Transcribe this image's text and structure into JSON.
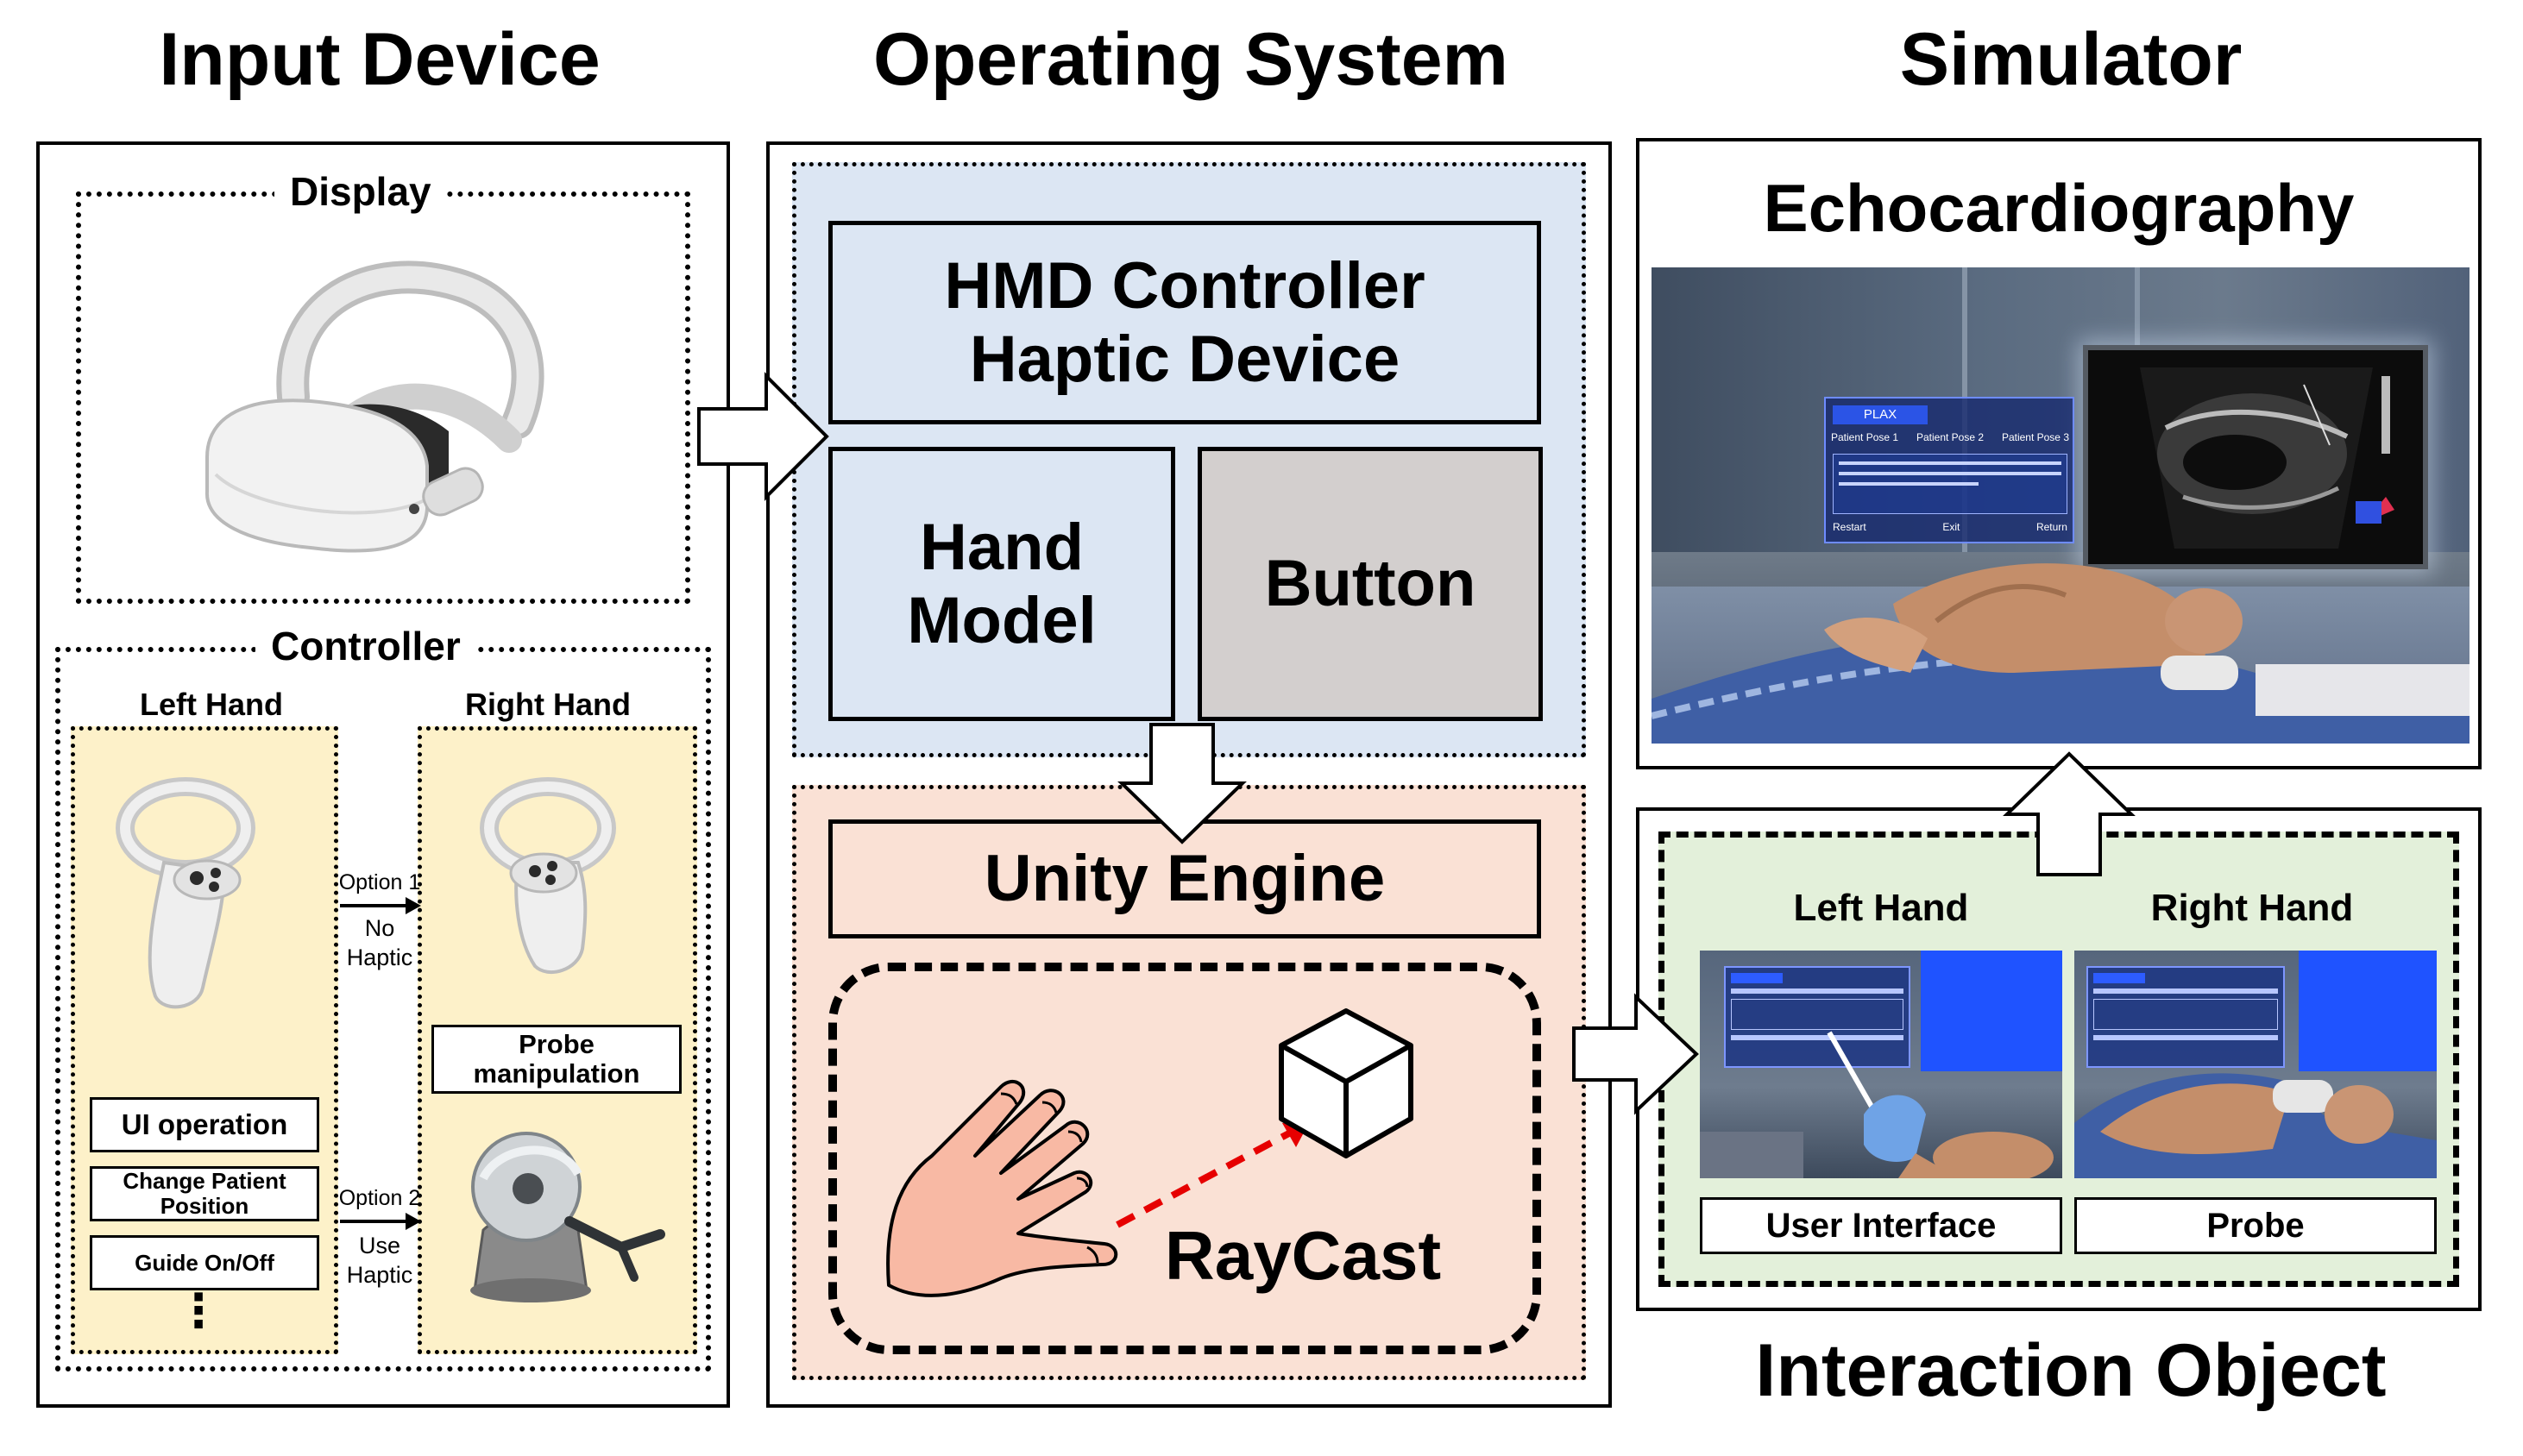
{
  "sections": {
    "input_device": "Input Device",
    "operating_system": "Operating System",
    "simulator": "Simulator",
    "interaction_object": "Interaction Object"
  },
  "input": {
    "display_label": "Display",
    "controller_label": "Controller",
    "left_hand": "Left Hand",
    "right_hand": "Right Hand",
    "left_buttons": [
      "UI operation",
      "Change Patient Position",
      "Guide On/Off"
    ],
    "ellipsis": "⋮",
    "right_button": "Probe manipulation",
    "option1": {
      "title": "Option 1",
      "desc": "No Haptic"
    },
    "option2": {
      "title": "Option 2",
      "desc": "Use Haptic"
    }
  },
  "os": {
    "hmd": "HMD Controller Haptic Device",
    "hand_model": "Hand Model",
    "button": "Button",
    "unity": "Unity Engine",
    "raycast": "RayCast"
  },
  "simulator": {
    "title": "Echocardiography",
    "ui_tab": "PLAX",
    "ui_poses": [
      "Patient Pose 1",
      "Patient Pose 2",
      "Patient Pose 3"
    ],
    "ui_buttons": [
      "Restart",
      "Exit",
      "Return"
    ]
  },
  "interaction": {
    "left_hand": "Left Hand",
    "right_hand": "Right Hand",
    "user_interface": "User Interface",
    "probe": "Probe"
  },
  "colors": {
    "blue_fill": "#dce6f3",
    "pink_fill": "#fae1d5",
    "yellow_fill": "#fdf1c9",
    "green_fill": "#e3f0da",
    "grey_fill": "#d3cfce",
    "ray_red": "#e60000"
  }
}
